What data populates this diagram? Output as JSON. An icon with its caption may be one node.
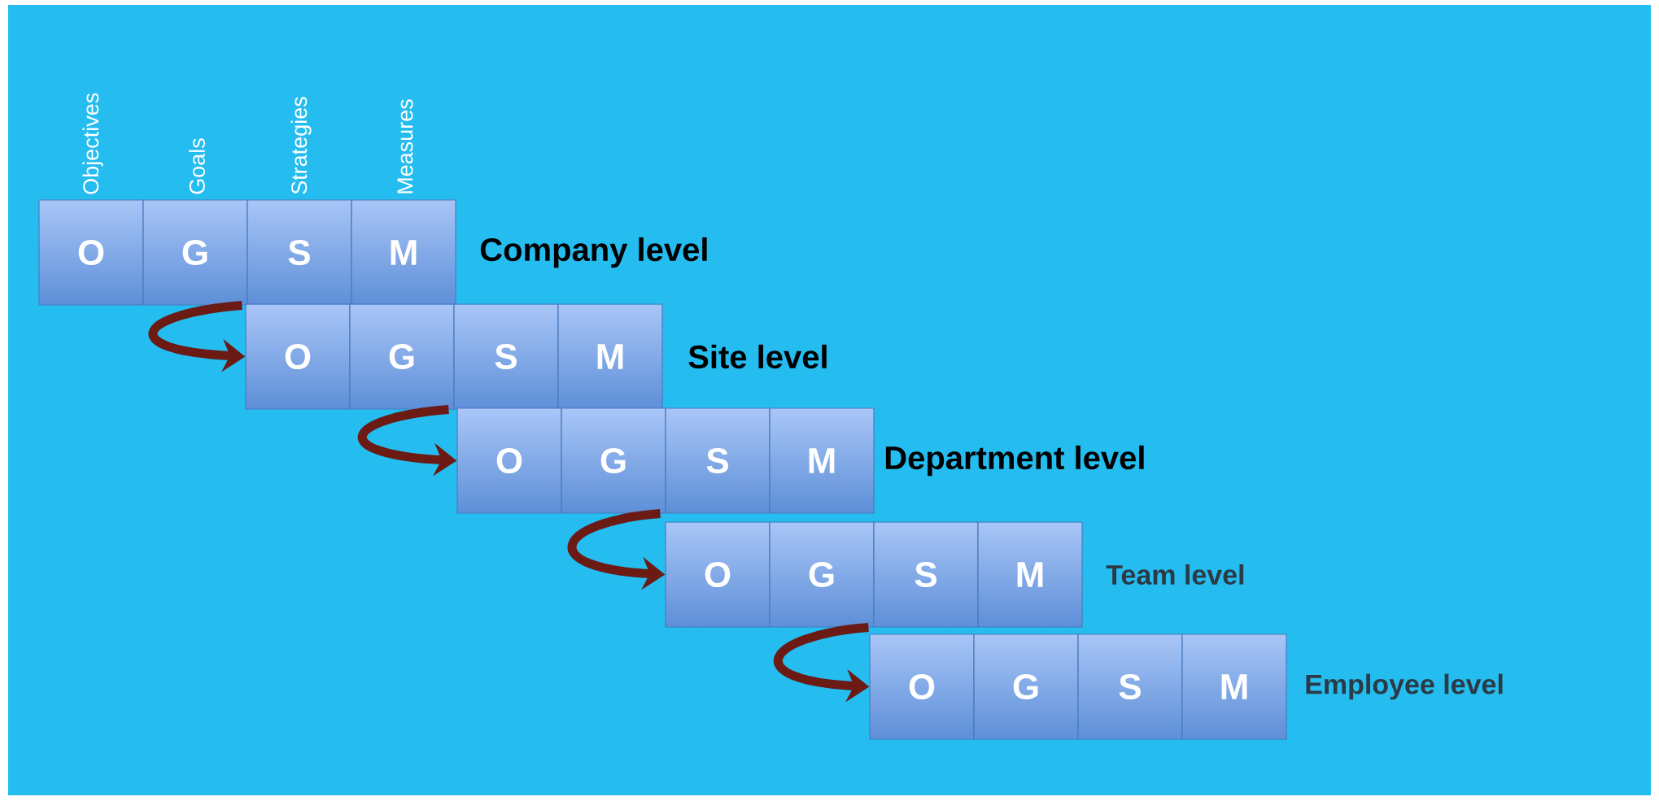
{
  "diagram": {
    "nodes": [
      {
        "text": [
          "O"
        ],
        "beside": [
          "Objectives"
        ]
      },
      {
        "text": [
          "G"
        ],
        "beside": [
          "Goals"
        ]
      },
      {
        "text": [
          "S"
        ],
        "beside": [
          "Strategies"
        ]
      },
      {
        "text": [
          "M"
        ],
        "beside": [
          "Measures",
          "Company level"
        ]
      },
      {
        "text": [
          "O"
        ]
      },
      {
        "text": [
          "G"
        ]
      },
      {
        "text": [
          "S"
        ]
      },
      {
        "text": [
          "M"
        ],
        "beside": [
          "Site level"
        ]
      },
      {
        "text": [
          "O"
        ]
      },
      {
        "text": [
          "G"
        ]
      },
      {
        "text": [
          "S"
        ]
      },
      {
        "text": [
          "M"
        ],
        "beside": [
          "Department level"
        ]
      },
      {
        "text": [
          "O"
        ]
      },
      {
        "text": [
          "G"
        ]
      },
      {
        "text": [
          "S"
        ]
      },
      {
        "text": [
          "M"
        ],
        "beside": [
          "Team level"
        ]
      },
      {
        "text": [
          "O"
        ]
      },
      {
        "text": [
          "G"
        ]
      },
      {
        "text": [
          "S"
        ]
      },
      {
        "text": [
          "M"
        ],
        "beside": [
          "Employee level"
        ]
      }
    ],
    "edges": [
      {
        "from": 2,
        "to": 4,
        "arrow": "to"
      },
      {
        "from": 6,
        "to": 8,
        "arrow": "to"
      },
      {
        "from": 10,
        "to": 12,
        "arrow": "to"
      },
      {
        "from": 14,
        "to": 16,
        "arrow": "to"
      }
    ]
  }
}
